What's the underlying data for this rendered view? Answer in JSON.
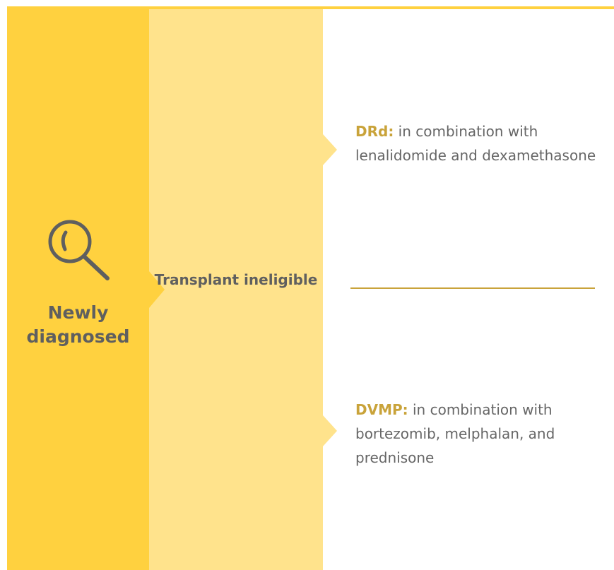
{
  "diagram": {
    "stage": {
      "label": "Newly diagnosed",
      "icon": "search-icon"
    },
    "eligibility": {
      "label": "Transplant ineligible"
    },
    "therapies": [
      {
        "code": "DRd:",
        "description": " in combination with lenalidomide and dexamethasone"
      },
      {
        "code": "DVMP:",
        "description": " in combination with bortezomib, melphalan, and prednisone"
      }
    ]
  },
  "colors": {
    "stage_background": "#ffd13f",
    "eligibility_background": "#ffe38c",
    "accent_gold": "#c9a33a",
    "text_gray": "#5f5f5f"
  }
}
